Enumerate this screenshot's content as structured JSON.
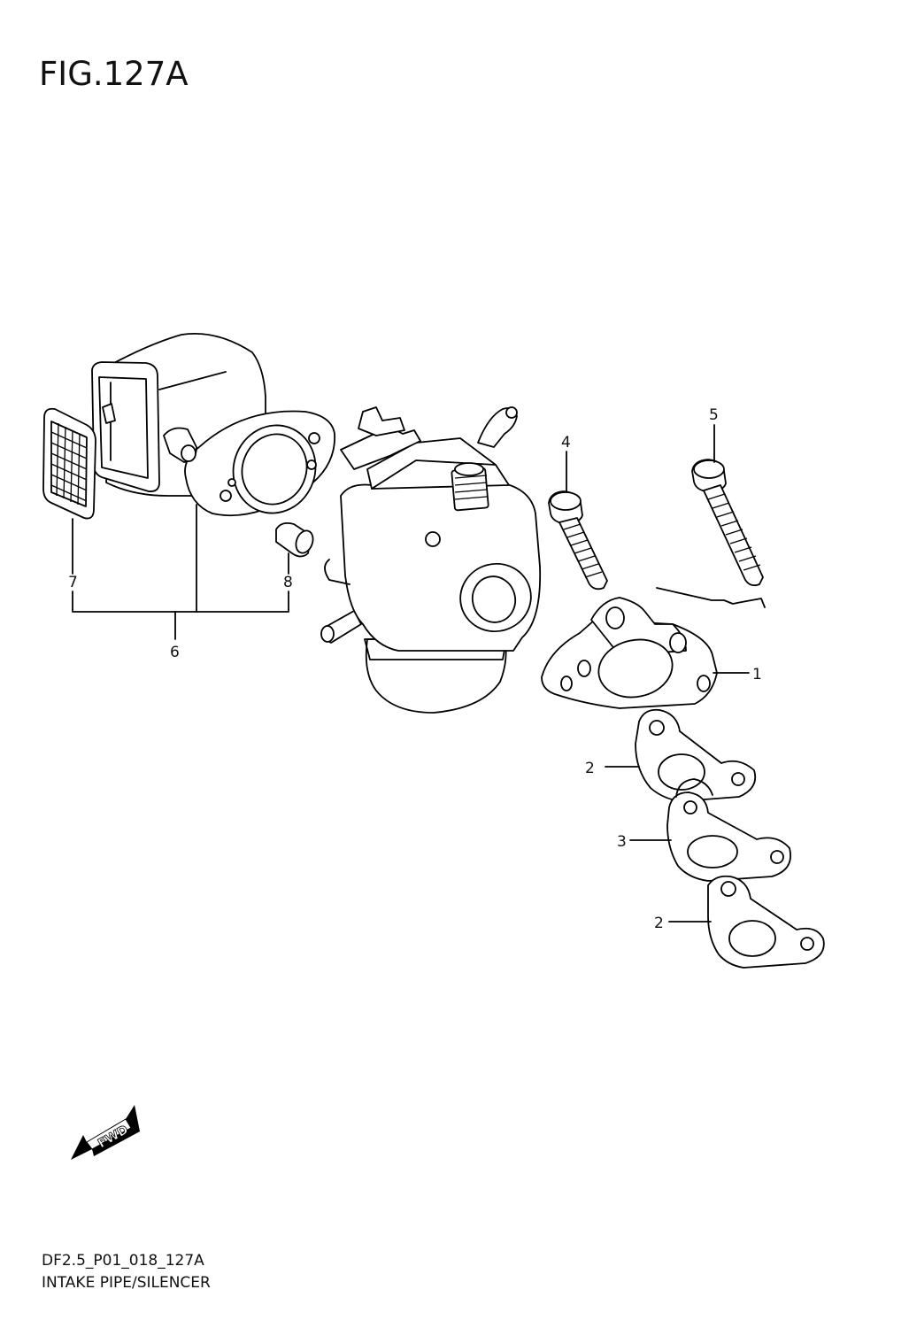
{
  "figure": {
    "title": "FIG.127A",
    "code": "DF2.5_P01_018_127A",
    "name": "INTAKE PIPE/SILENCER"
  },
  "callouts": {
    "c1": "1",
    "c2a": "2",
    "c3": "3",
    "c2b": "2",
    "c4": "4",
    "c5": "5",
    "c6": "6",
    "c7": "7",
    "c8": "8"
  },
  "fwd_badge": "FWD"
}
